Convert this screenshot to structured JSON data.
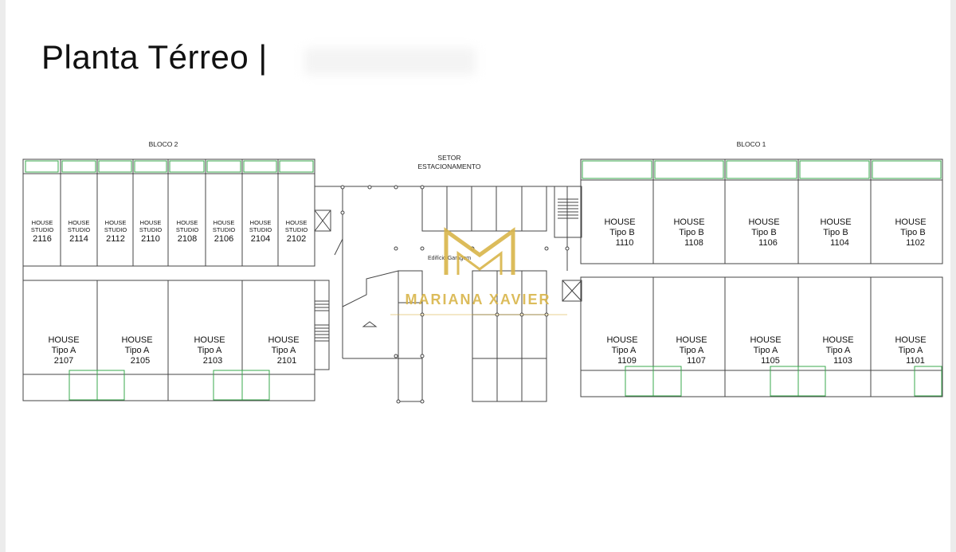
{
  "title": "Planta Térreo |",
  "bloco2": {
    "label": "BLOCO 2",
    "studios": [
      {
        "line1": "HOUSE",
        "line2": "STUDIO",
        "num": "2116"
      },
      {
        "line1": "HOUSE",
        "line2": "STUDIO",
        "num": "2114"
      },
      {
        "line1": "HOUSE",
        "line2": "STUDIO",
        "num": "2112"
      },
      {
        "line1": "HOUSE",
        "line2": "STUDIO",
        "num": "2110"
      },
      {
        "line1": "HOUSE",
        "line2": "STUDIO",
        "num": "2108"
      },
      {
        "line1": "HOUSE",
        "line2": "STUDIO",
        "num": "2106"
      },
      {
        "line1": "HOUSE",
        "line2": "STUDIO",
        "num": "2104"
      },
      {
        "line1": "HOUSE",
        "line2": "STUDIO",
        "num": "2102"
      }
    ],
    "tipoA": [
      {
        "line1": "HOUSE",
        "line2": "Tipo A",
        "num": "2107"
      },
      {
        "line1": "HOUSE",
        "line2": "Tipo A",
        "num": "2105"
      },
      {
        "line1": "HOUSE",
        "line2": "Tipo A",
        "num": "2103"
      },
      {
        "line1": "HOUSE",
        "line2": "Tipo A",
        "num": "2101"
      }
    ]
  },
  "bloco1": {
    "label": "BLOCO 1",
    "tipoB": [
      {
        "line1": "HOUSE",
        "line2": "Tipo B",
        "num": "1110"
      },
      {
        "line1": "HOUSE",
        "line2": "Tipo B",
        "num": "1108"
      },
      {
        "line1": "HOUSE",
        "line2": "Tipo B",
        "num": "1106"
      },
      {
        "line1": "HOUSE",
        "line2": "Tipo B",
        "num": "1104"
      },
      {
        "line1": "HOUSE",
        "line2": "Tipo B",
        "num": "1102"
      }
    ],
    "tipoA": [
      {
        "line1": "HOUSE",
        "line2": "Tipo A",
        "num": "1109"
      },
      {
        "line1": "HOUSE",
        "line2": "Tipo A",
        "num": "1107"
      },
      {
        "line1": "HOUSE",
        "line2": "Tipo A",
        "num": "1105"
      },
      {
        "line1": "HOUSE",
        "line2": "Tipo A",
        "num": "1103"
      },
      {
        "line1": "HOUSE",
        "line2": "Tipo A",
        "num": "1101"
      }
    ]
  },
  "parking": {
    "line1": "SETOR",
    "line2": "ESTACIONAMENTO",
    "building": "Edifício Garagem"
  },
  "watermark": {
    "brand": "MARIANA XAVIER",
    "color": "#d9b54a"
  },
  "colors": {
    "wall": "#444444",
    "window": "#3aa84e"
  }
}
